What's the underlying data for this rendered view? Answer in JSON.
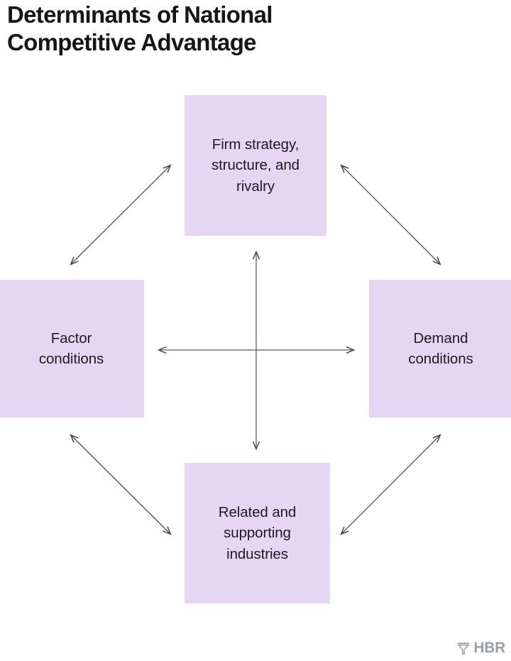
{
  "title": "Determinants of National\nCompetitive Advantage",
  "theme": {
    "background": "#ffffff",
    "node_fill": "#e7d6f3",
    "node_text": "#1b1b21",
    "title_text": "#16161a",
    "arrow_stroke": "#4a4a52",
    "logo_color": "#9aa0a6"
  },
  "diagram": {
    "type": "porter-diamond",
    "nodes": [
      {
        "id": "firm-strategy",
        "label": "Firm strategy,\nstructure, and\nrivalry",
        "position": "top"
      },
      {
        "id": "factor-conditions",
        "label": "Factor\nconditions",
        "position": "left"
      },
      {
        "id": "demand-conditions",
        "label": "Demand\nconditions",
        "position": "right"
      },
      {
        "id": "related-supporting",
        "label": "Related and\nsupporting\nindustries",
        "position": "bottom"
      }
    ],
    "connectors": [
      {
        "id": "vertical-axis",
        "from": "related-supporting",
        "to": "firm-strategy",
        "style": "double-arrow",
        "orientation": "vertical"
      },
      {
        "id": "horizontal-axis",
        "from": "factor-conditions",
        "to": "demand-conditions",
        "style": "double-arrow",
        "orientation": "horizontal"
      },
      {
        "id": "top-left-diagonal",
        "from": "factor-conditions",
        "to": "firm-strategy",
        "style": "double-arrow",
        "orientation": "diagonal"
      },
      {
        "id": "top-right-diagonal",
        "from": "firm-strategy",
        "to": "demand-conditions",
        "style": "double-arrow",
        "orientation": "diagonal"
      },
      {
        "id": "bottom-left-diagonal",
        "from": "factor-conditions",
        "to": "related-supporting",
        "style": "double-arrow",
        "orientation": "diagonal"
      },
      {
        "id": "bottom-right-diagonal",
        "from": "related-supporting",
        "to": "demand-conditions",
        "style": "double-arrow",
        "orientation": "diagonal"
      }
    ]
  },
  "footer": {
    "logo_wordmark": "HBR",
    "logo_mark": "hbr-funnel-icon"
  }
}
